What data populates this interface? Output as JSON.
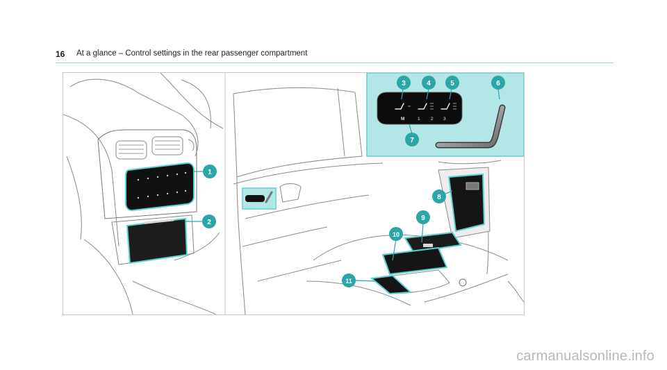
{
  "header": {
    "page_number": "16",
    "title": "At a glance – Control settings in the rear passenger compartment"
  },
  "figure": {
    "callouts": [
      "1",
      "2",
      "3",
      "4",
      "5",
      "6",
      "7",
      "8",
      "9",
      "10",
      "11"
    ],
    "panel_labels": [
      "M",
      "1",
      "2",
      "3"
    ],
    "highlight_color": "#b3e6e6",
    "callout_color": "#2aa6a9"
  },
  "footer": {
    "watermark": "carmanualsonline.info"
  }
}
